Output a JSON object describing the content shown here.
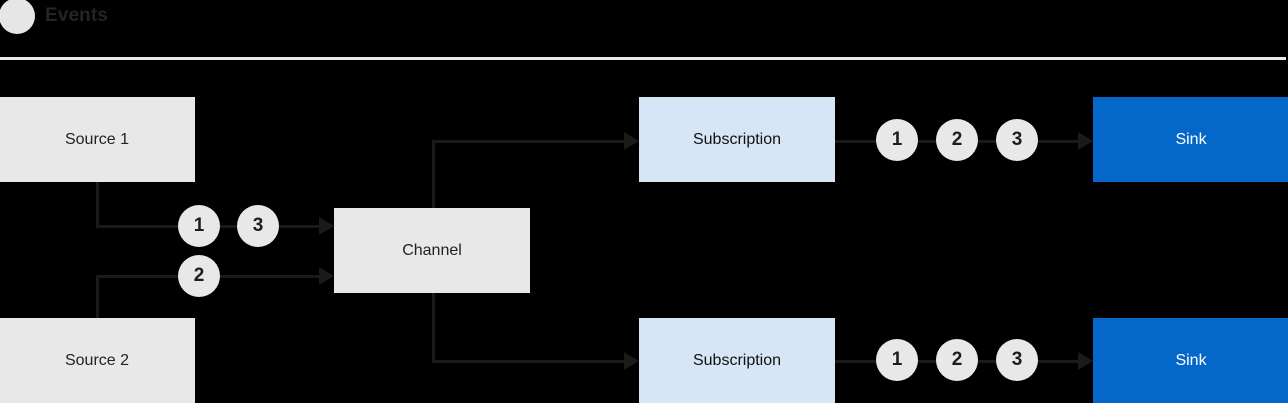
{
  "header": {
    "icon": "events-circle-icon",
    "title": "Events"
  },
  "diagram": {
    "nodes": {
      "source_1": "Source 1",
      "source_2": "Source 2",
      "channel": "Channel",
      "subscription_top": "Subscription",
      "subscription_bottom": "Subscription",
      "sink_top": "Sink",
      "sink_bottom": "Sink"
    },
    "events": {
      "source1_line": [
        "1",
        "3"
      ],
      "source2_line": [
        "2"
      ],
      "subscription_top_line": [
        "1",
        "2",
        "3"
      ],
      "subscription_bottom_line": [
        "1",
        "2",
        "3"
      ]
    },
    "colors": {
      "background": "#000000",
      "node_grey": "#e8e8e8",
      "node_lightblue": "#d6e6f7",
      "node_blue": "#0568c8",
      "line": "#1a1a1a",
      "divider": "#e9e9e9",
      "text_dark": "#222222",
      "text_light": "#ffffff"
    }
  }
}
